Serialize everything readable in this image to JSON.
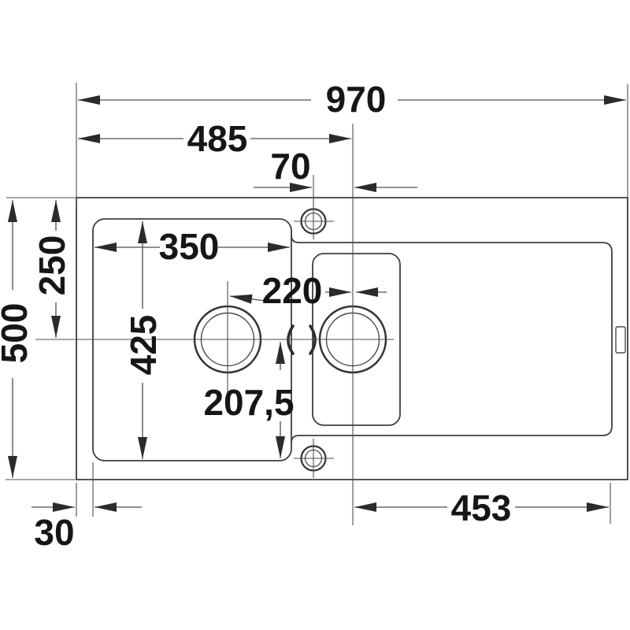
{
  "drawing": {
    "kind": "sink-top-view-dimension-drawing",
    "units": "mm",
    "labels": {
      "overall_width": "970",
      "half_width": "485",
      "tap_hole_offset": "70",
      "bowl_width": "350",
      "drain_spacing": "220",
      "bowl_length": "425",
      "centerline_from_top": "250",
      "overall_depth": "500",
      "centerline_to_bowl_end": "207,5",
      "drainer_length": "453",
      "bowl_side_offset": "30"
    },
    "colors": {
      "background": "#ffffff",
      "outline": "#3e3e3e",
      "dimension_lines": "#4f4f4f",
      "text": "#161616"
    },
    "features": [
      "outer-rim",
      "main-bowl",
      "half-bowl",
      "drainer-area",
      "main-drain-hole",
      "half-bowl-drain-hole",
      "tap-hole-top",
      "tap-hole-bottom",
      "overflow-slot"
    ]
  }
}
